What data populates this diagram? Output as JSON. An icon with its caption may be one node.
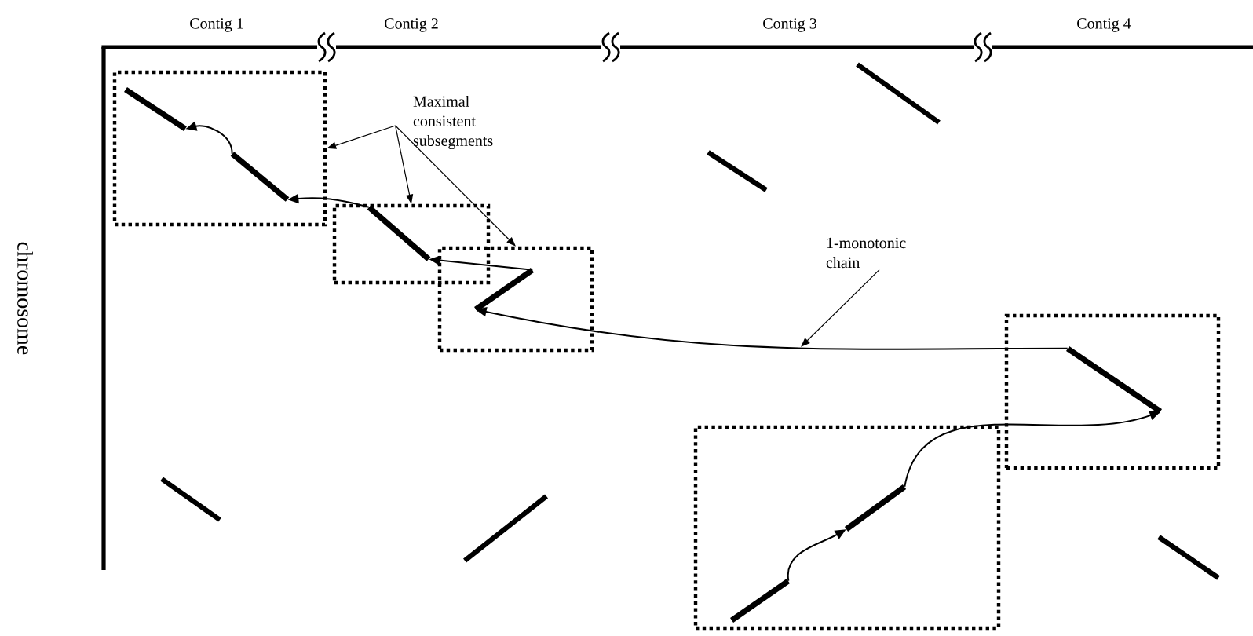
{
  "diagram": {
    "nodes": [
      {
        "text": [
          "Maximal consistent subsegments"
        ]
      },
      {
        "text": [
          "1-monotonic chain"
        ]
      },
      {
        "text": [],
        "shape": "box"
      },
      {
        "text": [],
        "shape": "bar",
        "in": 2
      },
      {
        "text": [],
        "shape": "bar",
        "in": 2
      },
      {
        "text": [],
        "shape": "box"
      },
      {
        "text": [],
        "shape": "bar",
        "in": 5
      },
      {
        "text": [],
        "shape": "box"
      },
      {
        "text": [],
        "shape": "bar",
        "in": 7
      },
      {
        "text": [],
        "shape": "box"
      },
      {
        "text": [],
        "shape": "bar",
        "in": 9
      },
      {
        "text": [],
        "shape": "box"
      },
      {
        "text": [],
        "shape": "bar",
        "in": 11
      },
      {
        "text": [],
        "shape": "bar",
        "in": 11
      }
    ],
    "edges": [
      {
        "from": 12,
        "to": 13,
        "arrow": "to"
      },
      {
        "from": 13,
        "to": 10,
        "arrow": "to"
      },
      {
        "from": 10,
        "to": 8,
        "arrow": "to"
      },
      {
        "from": 8,
        "to": 6,
        "arrow": "to"
      },
      {
        "from": 6,
        "to": 4,
        "arrow": "to"
      },
      {
        "from": 4,
        "to": 3,
        "arrow": "to"
      },
      {
        "from": 0,
        "to": 2,
        "arrow": "to"
      },
      {
        "from": 0,
        "to": 5,
        "arrow": "to"
      },
      {
        "from": 0,
        "to": 7,
        "arrow": "to"
      },
      {
        "from": 1,
        "to": null,
        "arrow": "to"
      }
    ],
    "labels": [
      "Contig 1",
      "Contig 2",
      "Contig 3",
      "Contig 4",
      "chromosome"
    ]
  }
}
